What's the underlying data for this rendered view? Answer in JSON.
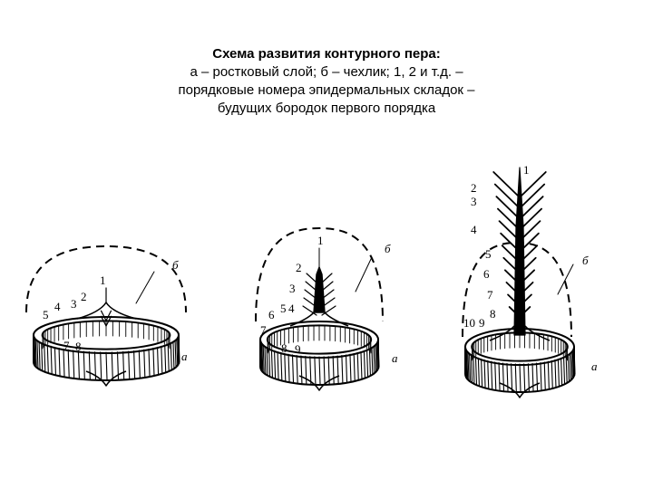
{
  "caption": {
    "heading": "Схема развития контурного пера:",
    "line2": "а – ростковый слой; б – чехлик; 1, 2 и т.д. –",
    "line3": "порядковые номера эпидермальных складок –",
    "line4": "будущих бородок первого порядка"
  },
  "stages": [
    {
      "a": "а",
      "b": "б",
      "numbers": [
        "1",
        "2",
        "3",
        "4",
        "5",
        "7",
        "8"
      ]
    },
    {
      "a": "а",
      "b": "б",
      "numbers": [
        "1",
        "2",
        "3",
        "4",
        "5",
        "6",
        "7",
        "8",
        "9"
      ]
    },
    {
      "a": "а",
      "b": "б",
      "numbers": [
        "1",
        "2",
        "3",
        "4",
        "5",
        "6",
        "7",
        "8",
        "9",
        "10"
      ]
    }
  ],
  "colors": {
    "ink": "#000000",
    "background": "#ffffff"
  }
}
